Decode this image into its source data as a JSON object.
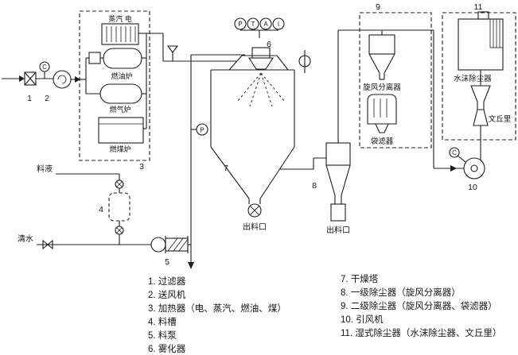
{
  "page": {
    "background": "#ffffff",
    "ink": "#1c1c1c"
  },
  "diagram": {
    "numbers": [
      "1",
      "2",
      "3",
      "4",
      "5",
      "6",
      "7",
      "8",
      "9",
      "10",
      "11"
    ],
    "labels": {
      "steam_electric": "蒸汽 电",
      "oil_furnace": "燃油炉",
      "gas_furnace": "燃气炉",
      "coal_furnace": "燃煤炉",
      "feed_liquid": "料液",
      "clean_water": "清水",
      "tower_discharge": "出料口",
      "cyclone_discharge": "出料口",
      "cyclone_separator": "旋风分离器",
      "bag_filter": "袋滤器",
      "water_mist_remover": "水沫除尘器",
      "venturi": "文丘里"
    },
    "instruments": {
      "atomizer_row": [
        "P",
        "T",
        "A",
        "I"
      ],
      "feed_pressure": "P",
      "inlet_fan_motor": "C",
      "exhaust_fan_motor": "C"
    }
  },
  "legend": {
    "left": [
      "1. 过滤器",
      "2. 送风机",
      "3. 加热器（电、蒸汽、燃油、煤）",
      "4. 料槽",
      "5. 料泵",
      "6. 雾化器"
    ],
    "right": [
      "7. 干燥塔",
      "8. 一级除尘器（旋风分离器）",
      "9. 二级除尘器（旋风分离器、袋滤器）",
      "10. 引风机",
      "11. 湿式除尘器（水沫除尘器、文丘里）"
    ]
  }
}
